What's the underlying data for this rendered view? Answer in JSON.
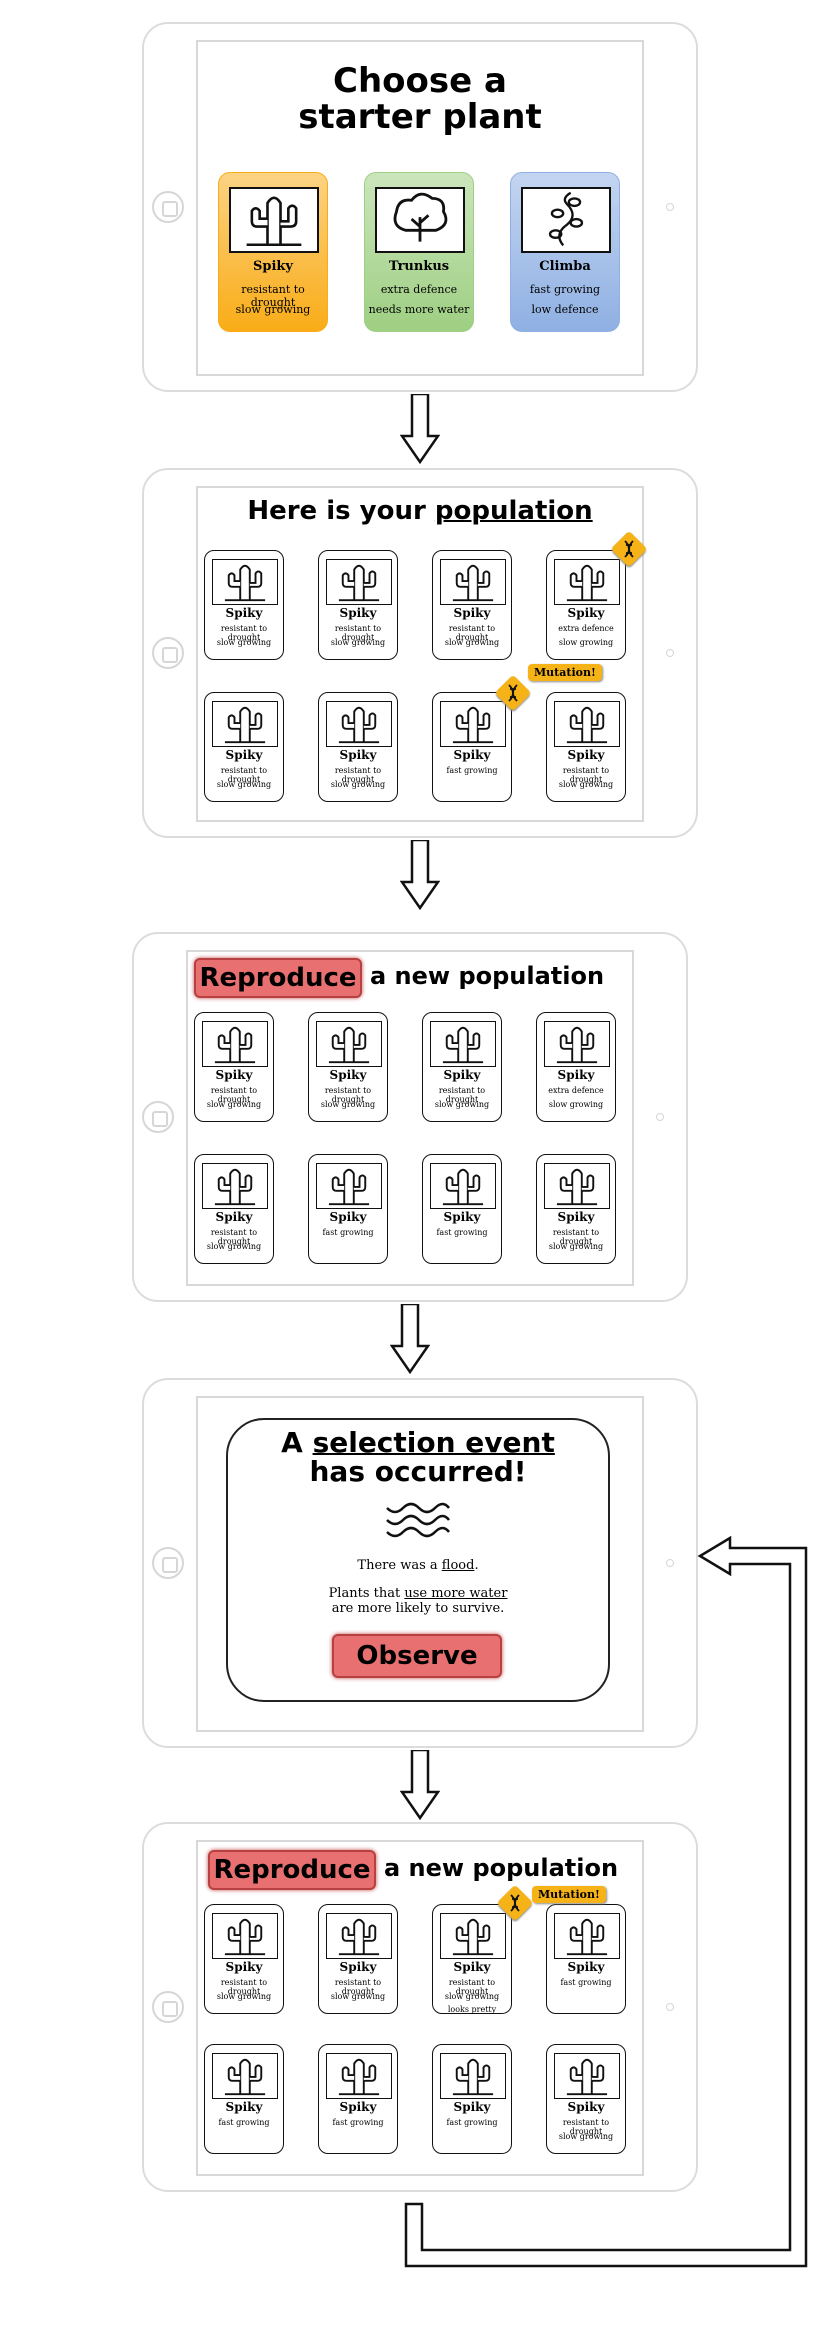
{
  "panel1": {
    "title_line1": "Choose a",
    "title_line2": "starter plant",
    "options": [
      {
        "name": "Spiky",
        "trait1": "resistant to drought",
        "trait2": "slow growing",
        "color": "#f9ac17",
        "icon": "cactus-icon"
      },
      {
        "name": "Trunkus",
        "trait1": "extra defence",
        "trait2": "needs more water",
        "color": "#9ecf82",
        "icon": "tree-icon"
      },
      {
        "name": "Climba",
        "trait1": "fast growing",
        "trait2": "low defence",
        "color": "#8fb0e3",
        "icon": "vine-icon"
      }
    ]
  },
  "panel2": {
    "title_pre": "Here is your",
    "title_u": "population",
    "mutation_label": "Mutation!",
    "cards": [
      {
        "name": "Spiky",
        "t1": "resistant to drought",
        "t2": "slow growing"
      },
      {
        "name": "Spiky",
        "t1": "resistant to drought",
        "t2": "slow growing"
      },
      {
        "name": "Spiky",
        "t1": "resistant to drought",
        "t2": "slow growing"
      },
      {
        "name": "Spiky",
        "t1": "extra defence",
        "t2": "slow growing"
      },
      {
        "name": "Spiky",
        "t1": "resistant to drought",
        "t2": "slow growing"
      },
      {
        "name": "Spiky",
        "t1": "resistant to drought",
        "t2": "slow growing"
      },
      {
        "name": "Spiky",
        "t1": "fast growing",
        "t2": ""
      },
      {
        "name": "Spiky",
        "t1": "resistant to drought",
        "t2": "slow growing"
      }
    ]
  },
  "panel3": {
    "button_label": "Reproduce",
    "title_rest": "a new population",
    "cards": [
      {
        "name": "Spiky",
        "t1": "resistant to drought",
        "t2": "slow growing"
      },
      {
        "name": "Spiky",
        "t1": "resistant to drought",
        "t2": "slow growing"
      },
      {
        "name": "Spiky",
        "t1": "resistant to drought",
        "t2": "slow growing"
      },
      {
        "name": "Spiky",
        "t1": "extra defence",
        "t2": "slow growing"
      },
      {
        "name": "Spiky",
        "t1": "resistant to drought",
        "t2": "slow growing"
      },
      {
        "name": "Spiky",
        "t1": "fast growing",
        "t2": ""
      },
      {
        "name": "Spiky",
        "t1": "fast growing",
        "t2": ""
      },
      {
        "name": "Spiky",
        "t1": "resistant to drought",
        "t2": "slow growing"
      }
    ]
  },
  "panel4": {
    "title_a": "A",
    "title_u": "selection event",
    "title_line2": "has occurred!",
    "icon": "waves-icon",
    "event_pre": "There was a",
    "event_word": "flood",
    "event_post": ".",
    "rule_pre": "Plants that",
    "rule_u": "use more water",
    "rule_line2": "are more likely to survive.",
    "button_label": "Observe"
  },
  "panel5": {
    "button_label": "Reproduce",
    "title_rest": "a new population",
    "mutation_label": "Mutation!",
    "cards": [
      {
        "name": "Spiky",
        "t1": "resistant to drought",
        "t2": "slow growing",
        "t3": ""
      },
      {
        "name": "Spiky",
        "t1": "resistant to drought",
        "t2": "slow growing",
        "t3": ""
      },
      {
        "name": "Spiky",
        "t1": "resistant to drought",
        "t2": "slow growing",
        "t3": "looks pretty"
      },
      {
        "name": "Spiky",
        "t1": "fast growing",
        "t2": "",
        "t3": ""
      },
      {
        "name": "Spiky",
        "t1": "fast growing",
        "t2": "",
        "t3": ""
      },
      {
        "name": "Spiky",
        "t1": "fast growing",
        "t2": "",
        "t3": ""
      },
      {
        "name": "Spiky",
        "t1": "fast growing",
        "t2": "",
        "t3": ""
      },
      {
        "name": "Spiky",
        "t1": "resistant to drought",
        "t2": "slow growing",
        "t3": ""
      }
    ]
  }
}
